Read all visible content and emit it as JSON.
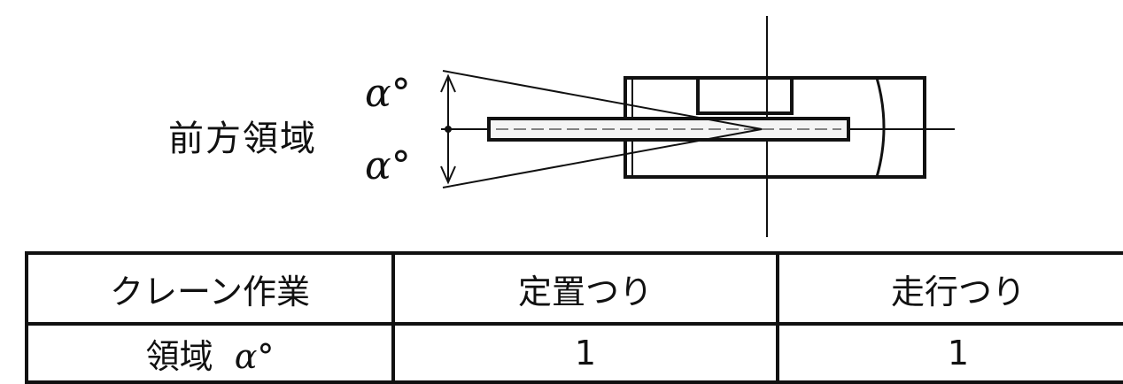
{
  "diagram": {
    "region_label": "前方領域",
    "angle_label_top": "α°",
    "angle_label_bottom": "α°"
  },
  "table": {
    "headers": [
      "クレーン作業",
      "定置つり",
      "走行つり"
    ],
    "row": {
      "label": "領域",
      "label_symbol": "α°",
      "values": [
        "1",
        "1"
      ]
    }
  }
}
